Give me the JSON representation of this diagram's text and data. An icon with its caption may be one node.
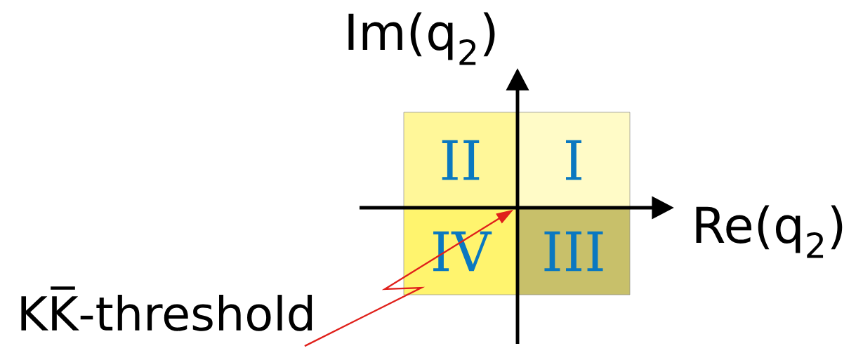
{
  "diagram": {
    "nodes": [
      {
        "text": [
          "II"
        ]
      },
      {
        "text": [
          "I"
        ]
      },
      {
        "text": [
          "IV"
        ]
      },
      {
        "text": [
          "III"
        ]
      },
      {
        "text": [
          "KK̅-threshold"
        ]
      }
    ],
    "edges": [
      {
        "from": 4,
        "to": 2,
        "arrow": "to",
        "color": "#e0201b"
      }
    ],
    "labels": [
      "Im(q$_{2}$)",
      "Re(q$_{2}$)"
    ]
  }
}
